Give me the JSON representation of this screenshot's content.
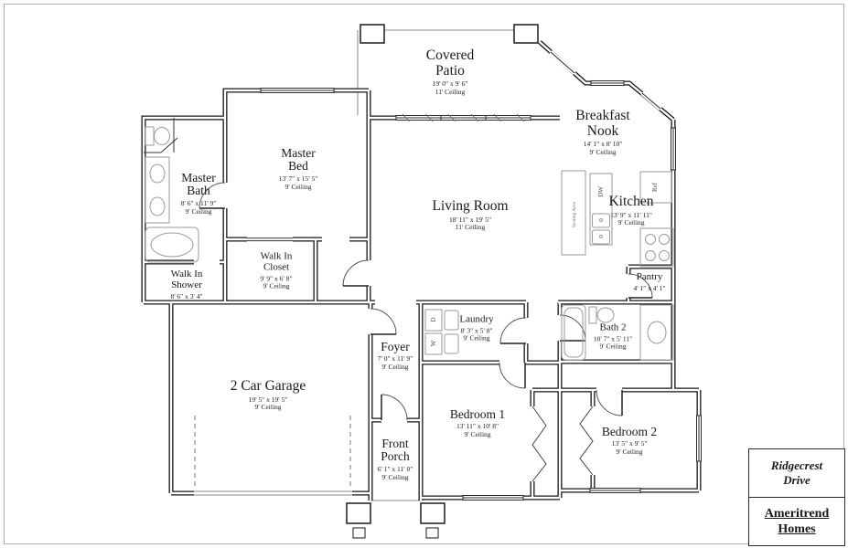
{
  "plan": {
    "rooms": [
      {
        "name": "Covered Patio",
        "dims": "19' 0\" x 9' 6\"",
        "ceiling": "11' Ceiling"
      },
      {
        "name": "Breakfast Nook",
        "dims": "14' 1\" x 8' 10\"",
        "ceiling": "9' Ceiling"
      },
      {
        "name": "Kitchen",
        "dims": "13' 9\" x 11' 11\"",
        "ceiling": "9' Ceiling"
      },
      {
        "name": "Living Room",
        "dims": "18' 11\" x 19' 5\"",
        "ceiling": "11' Ceiling"
      },
      {
        "name": "Master Bed",
        "dims": "13' 7\" x 15' 5\"",
        "ceiling": "9' Ceiling"
      },
      {
        "name": "Master Bath",
        "dims": "8' 6\" x 11' 9\"",
        "ceiling": "9' Ceiling"
      },
      {
        "name": "Walk In Shower",
        "dims": "8' 6\" x 3' 4\""
      },
      {
        "name": "Walk In Closet",
        "dims": "9' 9\" x 6' 8\"",
        "ceiling": "9' Ceiling"
      },
      {
        "name": "2 Car Garage",
        "dims": "19' 5\" x 19' 5\"",
        "ceiling": "9' Ceiling"
      },
      {
        "name": "Foyer",
        "dims": "7' 0\" x 11' 9\"",
        "ceiling": "9' Ceiling"
      },
      {
        "name": "Front Porch",
        "dims": "6' 1\" x 11' 0\"",
        "ceiling": "9' Ceiling"
      },
      {
        "name": "Laundry",
        "dims": "8' 3\" x 5' 8\"",
        "ceiling": "9' Ceiling"
      },
      {
        "name": "Bath 2",
        "dims": "10' 7\" x 5' 11\"",
        "ceiling": "9' Ceiling"
      },
      {
        "name": "Pantry",
        "dims": "4' 1\" x 4' 1\""
      },
      {
        "name": "Bedroom 1",
        "dims": "13' 11\" x 10' 8\"",
        "ceiling": "9' Ceiling"
      },
      {
        "name": "Bedroom 2",
        "dims": "13' 5\" x 9' 5\"",
        "ceiling": "9' Ceiling"
      }
    ],
    "labels": {
      "dishwasher": "DW",
      "refrigerator": "Ref",
      "seating": "Seating Area",
      "washer": "W",
      "dryer": "D"
    },
    "title_block": {
      "project": "Ridgecrest Drive",
      "builder": "Ameritrend Homes"
    }
  }
}
